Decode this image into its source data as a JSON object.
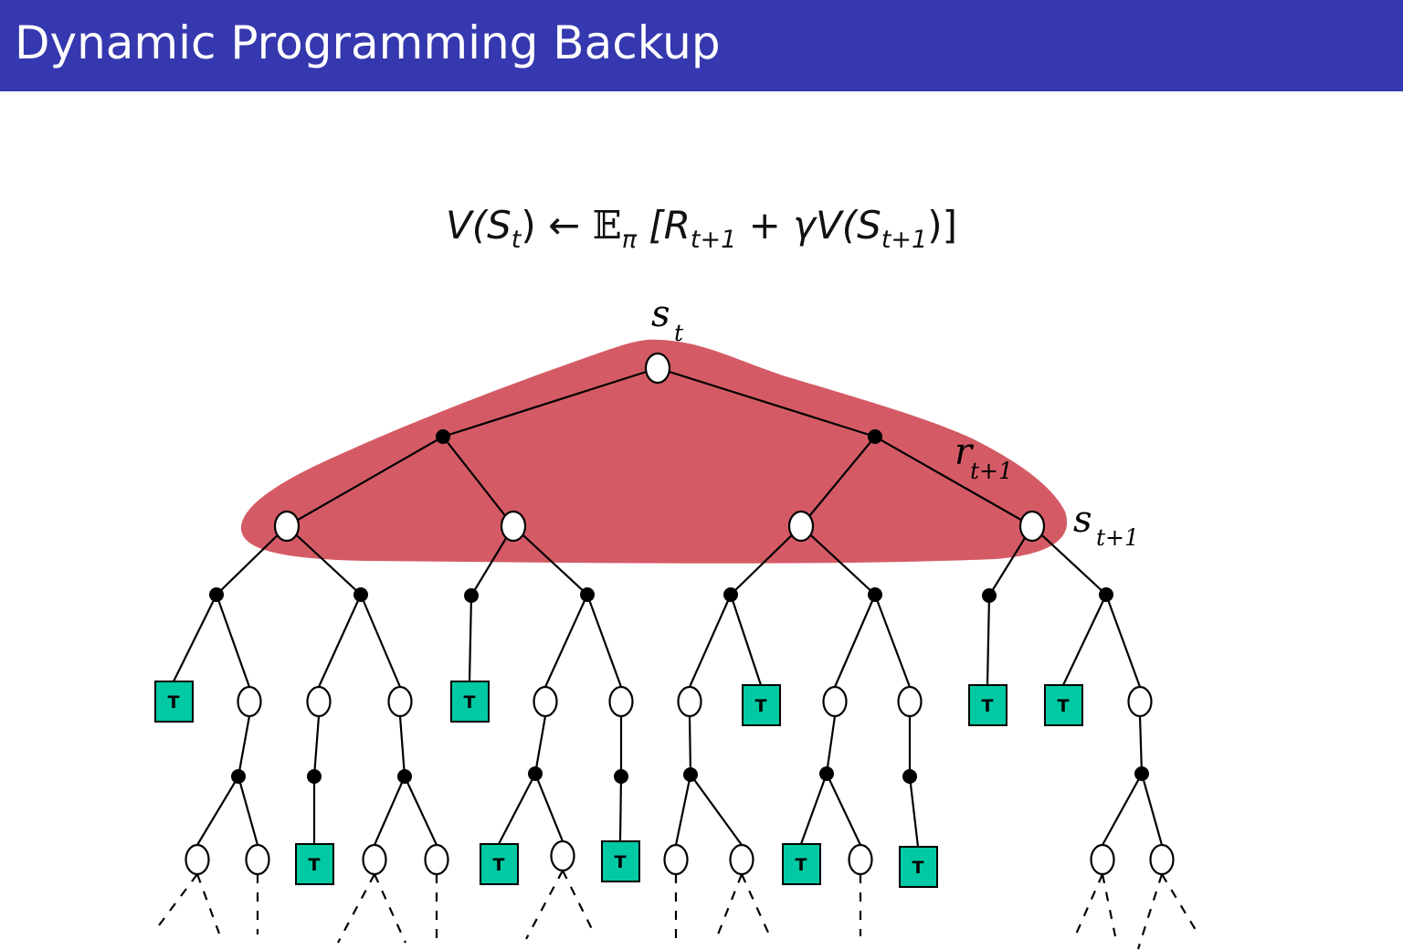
{
  "slide": {
    "title": "Dynamic Programming Backup"
  },
  "formula": {
    "lhs": "V(S",
    "lhs_sub": "t",
    "lhs_close": ")",
    "arrow": " ← ",
    "expect": "𝔼",
    "expect_sub": "π",
    "open": " [R",
    "r_sub": "t+1",
    "plus": " + ",
    "gamma": "γ",
    "v2": "V(S",
    "v2_sub": "t+1",
    "close": ")]"
  },
  "labels": {
    "root": "s",
    "root_sub": "t",
    "reward": "r",
    "reward_sub": "t+1",
    "next": "s",
    "next_sub": "t+1"
  },
  "terminal_label": "T",
  "colors": {
    "header": "#3538ae",
    "highlight": "#d45b65",
    "terminal": "#00c9a3"
  }
}
